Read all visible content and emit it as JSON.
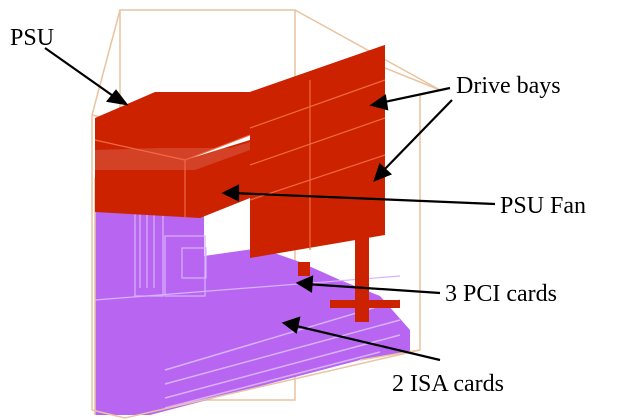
{
  "labels": {
    "psu": "PSU",
    "drive_bays": "Drive bays",
    "psu_fan": "PSU Fan",
    "pci_cards": "3 PCI cards",
    "isa_cards": "2 ISA cards"
  },
  "colors": {
    "psu_and_drives": "#cc2200",
    "motherboard_and_cards": "#b866f2",
    "case_outline": "#e8c4a0",
    "arrow": "#000000"
  }
}
